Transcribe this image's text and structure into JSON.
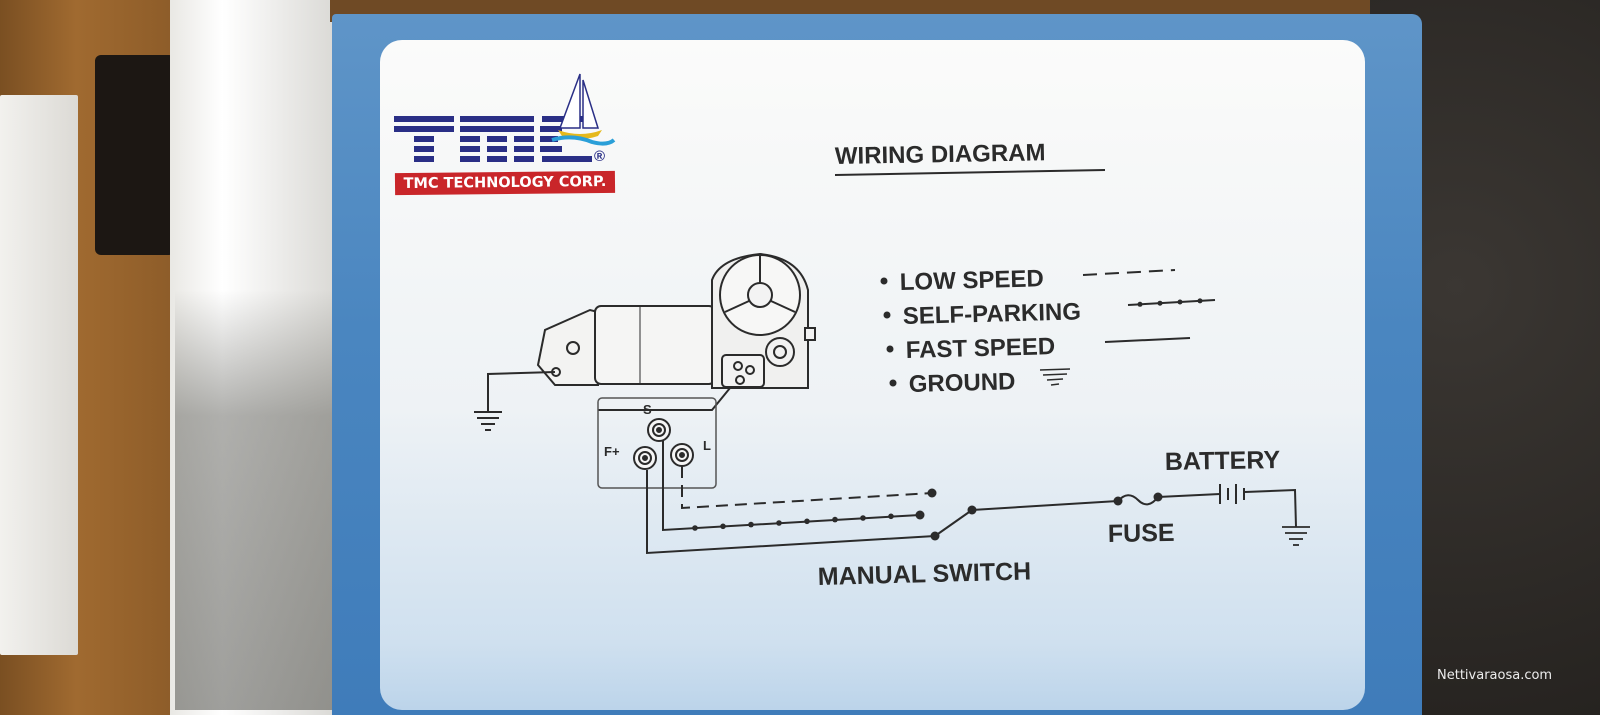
{
  "logo": {
    "brand": "TMC",
    "company": "TMC TECHNOLOGY CORP.",
    "registered": "®"
  },
  "diagram": {
    "title": "WIRING DIAGRAM",
    "legend": [
      {
        "label": "LOW SPEED",
        "line": "dashed"
      },
      {
        "label": "SELF-PARKING",
        "line": "dotted"
      },
      {
        "label": "FAST SPEED",
        "line": "solid"
      },
      {
        "label": "GROUND",
        "line": "ground"
      }
    ],
    "terminals": {
      "s": "S",
      "l": "L",
      "f": "F+"
    },
    "labels": {
      "battery": "BATTERY",
      "fuse": "FUSE",
      "switch": "MANUAL SWITCH"
    }
  },
  "watermark": "Nettivaraosa.com",
  "colors": {
    "box_blue": "#4a86c0",
    "logo_blue": "#2a2f86",
    "logo_red": "#c9262a",
    "ink": "#2b2b2b"
  }
}
